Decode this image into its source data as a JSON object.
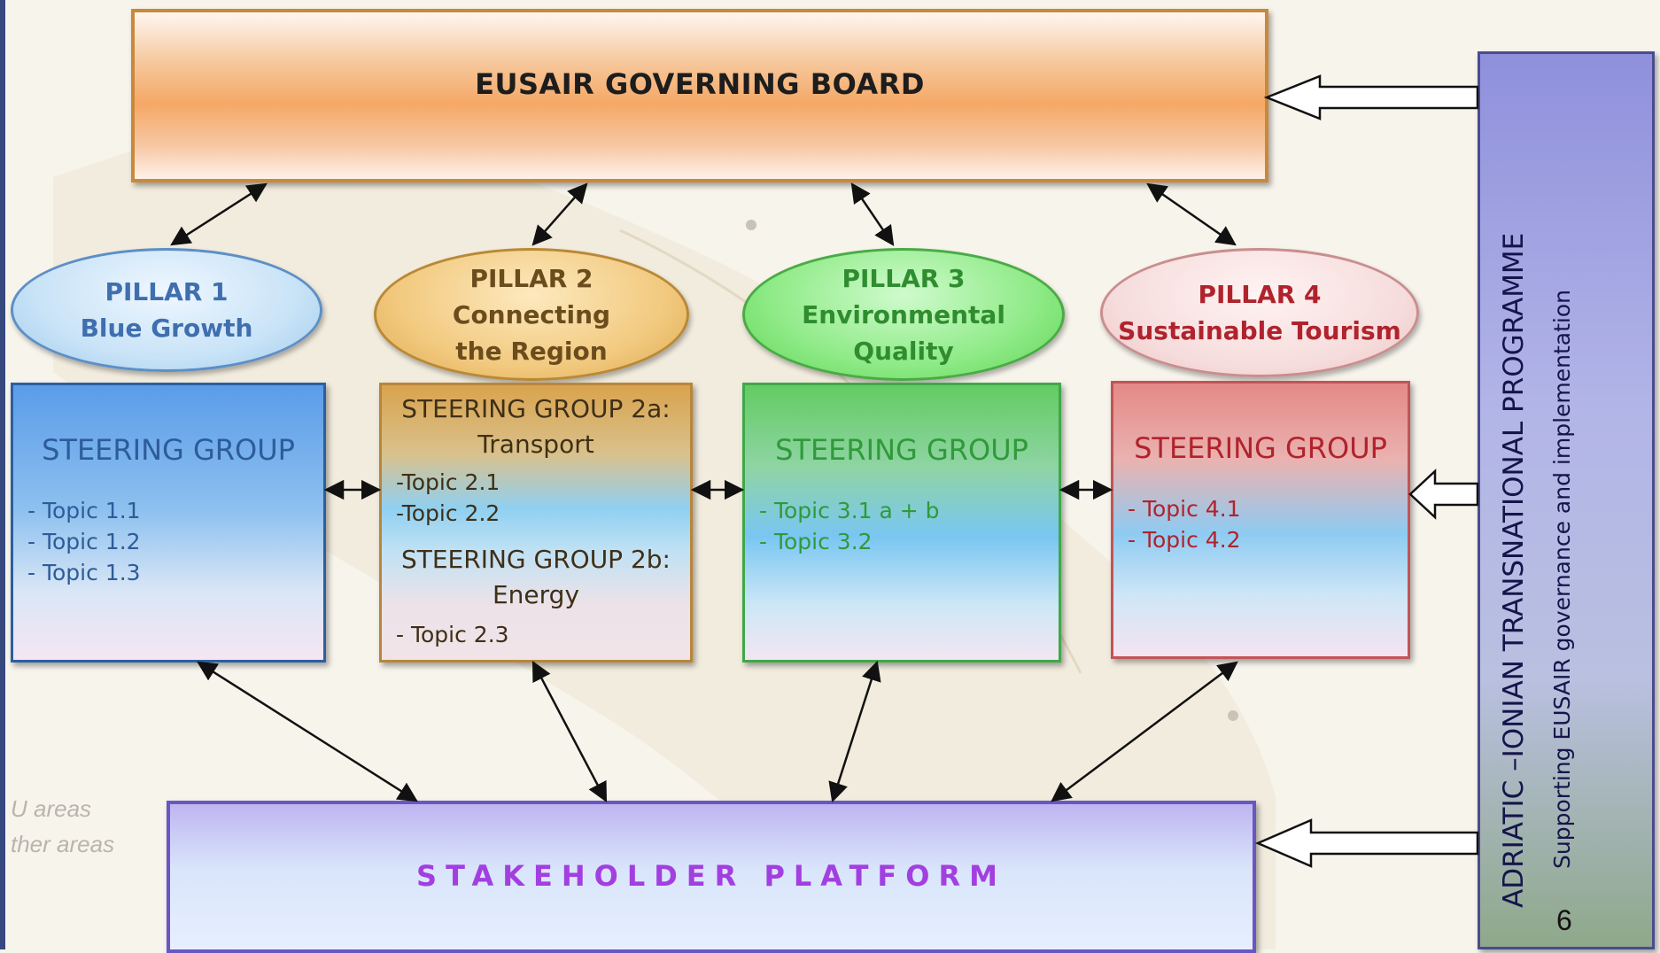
{
  "board": {
    "title": "EUSAIR GOVERNING BOARD"
  },
  "pillars": [
    {
      "line1": "PILLAR 1",
      "line2": "Blue Growth",
      "line3": "",
      "color": "#3f6fae"
    },
    {
      "line1": "PILLAR 2",
      "line2": "Connecting",
      "line3": "the Region",
      "color": "#6b4c1d"
    },
    {
      "line1": "PILLAR 3",
      "line2": "Environmental",
      "line3": "Quality",
      "color": "#2f8c2f"
    },
    {
      "line1": "PILLAR 4",
      "line2": "Sustainable Tourism",
      "line3": "",
      "color": "#b0232d"
    }
  ],
  "steering": [
    {
      "title": "STEERING GROUP",
      "topics": [
        "- Topic 1.1",
        "- Topic 1.2",
        "- Topic 1.3"
      ]
    },
    {
      "title_a": "STEERING GROUP 2a:",
      "sub_a": "Transport",
      "topics_a": [
        "-Topic 2.1",
        "-Topic 2.2"
      ],
      "title_b": "STEERING GROUP 2b:",
      "sub_b": "Energy",
      "topics_b": [
        "- Topic 2.3"
      ]
    },
    {
      "title": "STEERING GROUP",
      "topics": [
        "- Topic 3.1 a + b",
        "- Topic 3.2"
      ]
    },
    {
      "title": "STEERING GROUP",
      "topics": [
        "- Topic 4.1",
        "- Topic 4.2"
      ]
    }
  ],
  "stakeholder": {
    "title": "STAKEHOLDER PLATFORM"
  },
  "side_panel": {
    "title": "ADRIATIC –IONIAN TRANSNATIONAL PROGRAMME",
    "subtitle": "Supporting EUSAIR governance and implementation",
    "page_number": "6"
  },
  "map_labels": {
    "eu": "U areas",
    "other": "ther areas"
  },
  "colors": {
    "blue_text": "#2d5c9a",
    "brown_text": "#3f2f17",
    "green_text": "#2f9a3a",
    "red_text": "#b0232d",
    "stakeholder_text": "#a23fe0"
  }
}
